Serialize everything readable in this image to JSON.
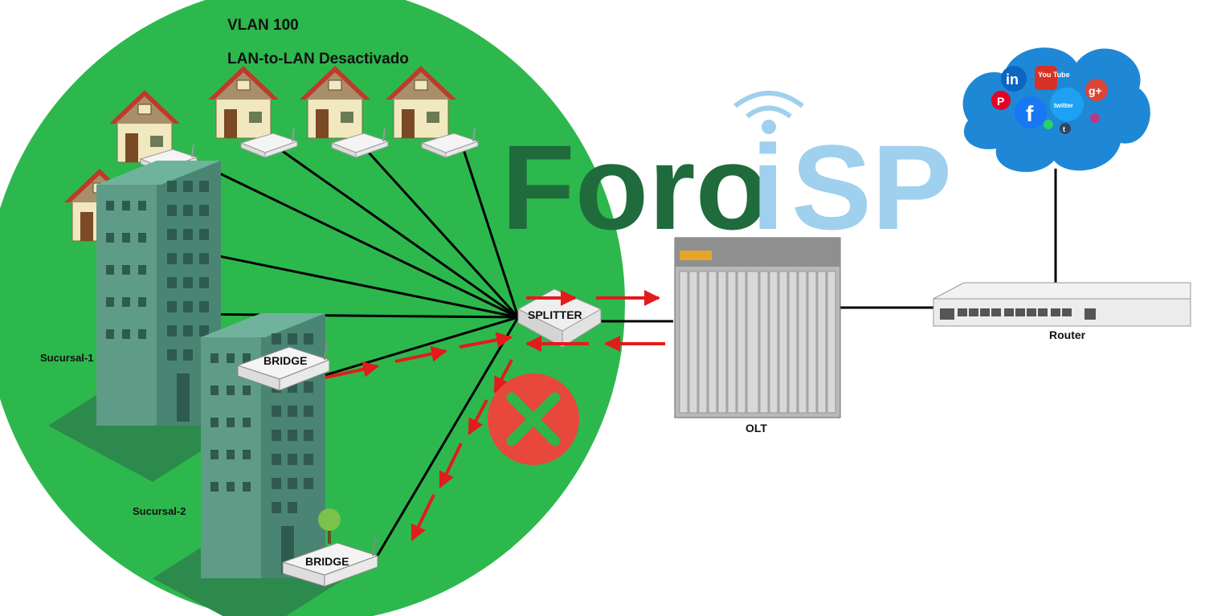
{
  "title": "VLAN 100",
  "subtitle": "LAN-to-LAN Desactivado",
  "logo": {
    "part1": "Foro",
    "part2": "i",
    "part3": "SP",
    "color_dark": "#1f6b3c",
    "color_gray": "#7a7a7a",
    "color_blue": "#9fd0ee"
  },
  "labels": {
    "splitter": "SPLITTER",
    "bridge1": "BRIDGE",
    "bridge2": "BRIDGE",
    "branch1": "Sucursal-1",
    "branch2": "Sucursal-2",
    "olt": "OLT",
    "router": "Router"
  },
  "cloud_icons": [
    "in",
    "You Tube",
    "f",
    "twitter",
    "P",
    "g+",
    "t"
  ],
  "colors": {
    "vlan_area": "#2db84d",
    "arrow": "#e31b1b",
    "blocked": "#e8473c",
    "cloud": "#1e88d6"
  }
}
